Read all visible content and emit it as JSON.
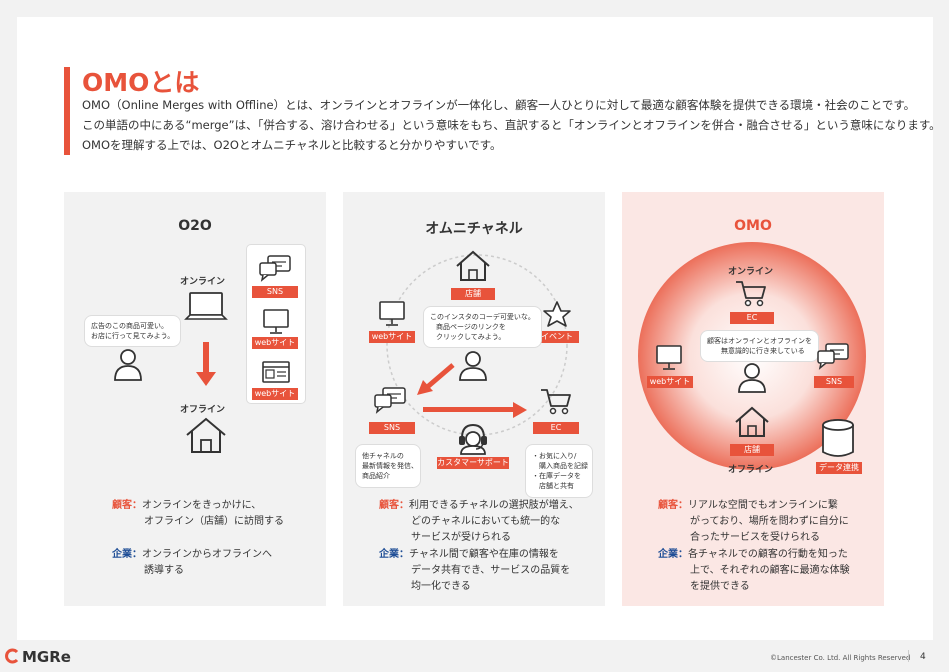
{
  "header": {
    "title": "OMOとは",
    "line1": "OMO（Online Merges with Offline）とは、オンラインとオフラインが一体化し、顧客一人ひとりに対して最適な顧客体験を提供できる環境・社会のことです。",
    "line2": "この単語の中にある“merge”は、「併合する、溶け合わせる」という意味をもち、直訳すると「オンラインとオフラインを併合・融合させる」という意味になります。",
    "line3": "OMOを理解する上では、O2Oとオムニチャネルと比較すると分かりやすいです。"
  },
  "o2o": {
    "title": "O2O",
    "online": "オンライン",
    "offline": "オフライン",
    "bubble_l1": "広告のこの商品可愛い。",
    "bubble_l2": "お店に行って見てみよう。",
    "sns": "SNS",
    "web1": "webサイト",
    "web2": "webサイト",
    "customer_key": "顧客：",
    "customer_l1": "オンラインをきっかけに、",
    "customer_l2": "オフライン（店舗）に訪問する",
    "company_key": "企業：",
    "company_l1": "オンラインからオフラインへ",
    "company_l2": "誘導する"
  },
  "omni": {
    "title": "オムニチャネル",
    "store": "店舗",
    "web": "webサイト",
    "event": "イベント",
    "sns": "SNS",
    "ec": "EC",
    "support": "カスタマーサポート",
    "bubble_l1": "このインスタのコーデ可愛いな。",
    "bubble_l2": "商品ページのリンクを",
    "bubble_l3": "クリックしてみよう。",
    "note_left_l1": "他チャネルの",
    "note_left_l2": "最新情報を発信、",
    "note_left_l3": "商品紹介",
    "note_right_l1": "・お気に入り/",
    "note_right_l2": "　購入商品を記録",
    "note_right_l3": "・在庫データを",
    "note_right_l4": "　店舗と共有",
    "customer_key": "顧客：",
    "customer_l1": "利用できるチャネルの選択肢が増え、",
    "customer_l2": "どのチャネルにおいても統一的な",
    "customer_l3": "サービスが受けられる",
    "company_key": "企業：",
    "company_l1": "チャネル間で顧客や在庫の情報を",
    "company_l2": "データ共有でき、サービスの品質を",
    "company_l3": "均一化できる"
  },
  "omo": {
    "title": "OMO",
    "online": "オンライン",
    "offline": "オフライン",
    "ec": "EC",
    "web": "webサイト",
    "sns": "SNS",
    "store": "店舗",
    "data": "データ連携",
    "bubble_l1": "顧客はオンラインとオフラインを",
    "bubble_l2": "無意識的に行き来している",
    "customer_key": "顧客：",
    "customer_l1": "リアルな空間でもオンラインに繋",
    "customer_l2": "がっており、場所を問わずに自分に",
    "customer_l3": "合ったサービスを受けられる",
    "company_key": "企業：",
    "company_l1": "各チャネルでの顧客の行動を知った",
    "company_l2": "上で、それぞれの顧客に最適な体験",
    "company_l3": "を提供できる"
  },
  "footer": {
    "logo": "MGRe",
    "copyright": "©Lancester Co. Ltd. All Rights Reserved",
    "page": "4"
  },
  "colors": {
    "accent": "#e8533b",
    "blue": "#1f4e96",
    "panel": "#f2f2f2"
  }
}
